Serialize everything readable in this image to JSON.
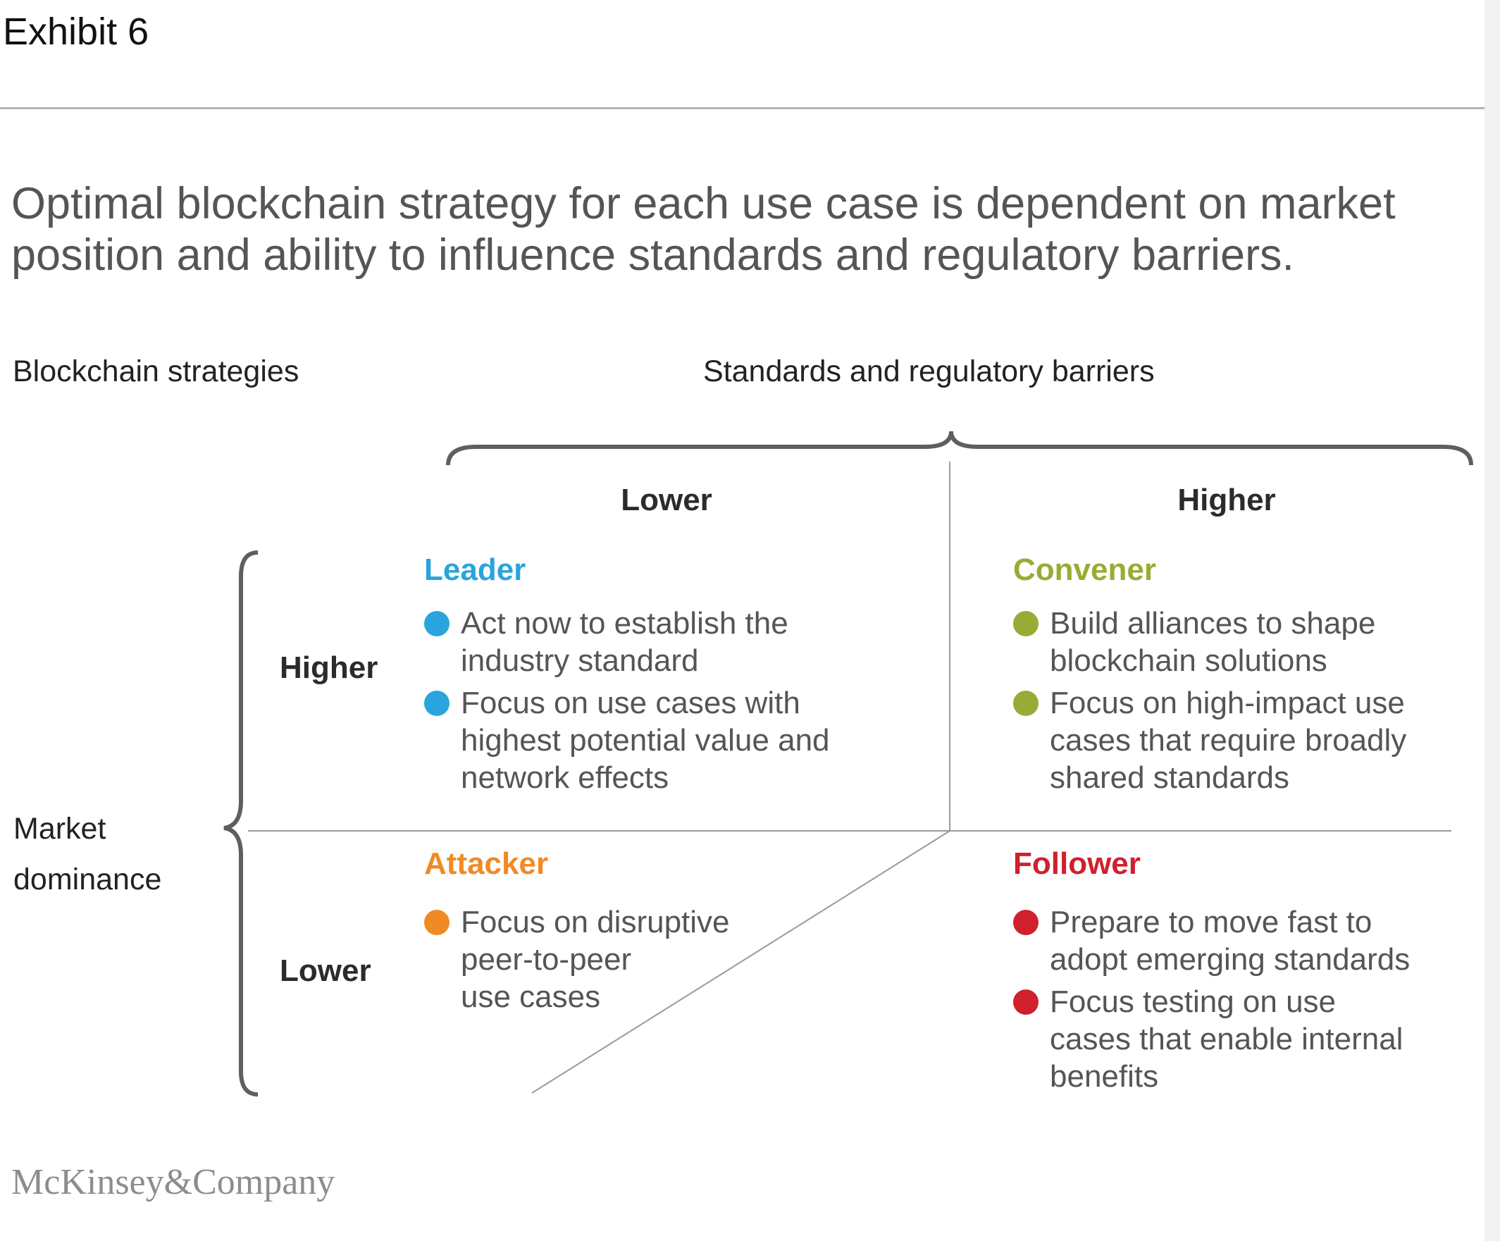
{
  "exhibit_label": "Exhibit 6",
  "headline": [
    "Optimal blockchain strategy for each use case is dependent on market",
    "position and ability to influence standards and regulatory barriers."
  ],
  "section_label": "Blockchain strategies",
  "column_axis": {
    "title": "Standards and regulatory barriers",
    "lower": "Lower",
    "higher": "Higher"
  },
  "row_axis": {
    "title": [
      "Market",
      "dominance"
    ],
    "higher": "Higher",
    "lower": "Lower"
  },
  "quadrants": {
    "leader": {
      "title": "Leader",
      "color": "#2aa4dd",
      "items": [
        [
          "Act now to establish the",
          "industry standard"
        ],
        [
          "Focus on use cases with",
          "highest potential value and",
          "network effects"
        ]
      ]
    },
    "convener": {
      "title": "Convener",
      "color": "#9aab35",
      "items": [
        [
          "Build alliances to shape",
          "blockchain solutions"
        ],
        [
          "Focus on high-impact use",
          "cases that require broadly",
          "shared standards"
        ]
      ]
    },
    "attacker": {
      "title": "Attacker",
      "color": "#f08a24",
      "items": [
        [
          "Focus on disruptive",
          "peer-to-peer",
          "use cases"
        ]
      ]
    },
    "follower": {
      "title": "Follower",
      "color": "#d0202e",
      "items": [
        [
          "Prepare to move fast to",
          "adopt emerging standards"
        ],
        [
          "Focus testing on use",
          "cases that enable internal",
          "benefits"
        ]
      ]
    }
  },
  "logo_text": "McKinsey&Company"
}
